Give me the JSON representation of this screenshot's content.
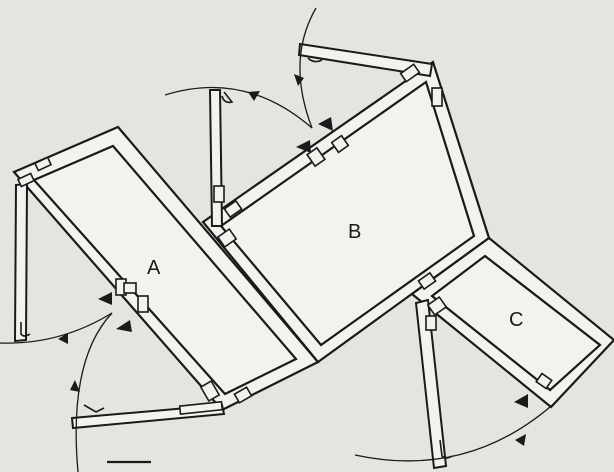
{
  "rooms": [
    {
      "id": "a",
      "label": "A"
    },
    {
      "id": "b",
      "label": "B"
    },
    {
      "id": "c",
      "label": "C"
    }
  ],
  "colors": {
    "background": "#e6e4df",
    "panel": "#f3f2ee",
    "ink": "#1a1a1a"
  },
  "icons": [
    "hinge-icon",
    "latch-icon",
    "door-swing-arrow-icon",
    "direction-triangle-icon"
  ]
}
